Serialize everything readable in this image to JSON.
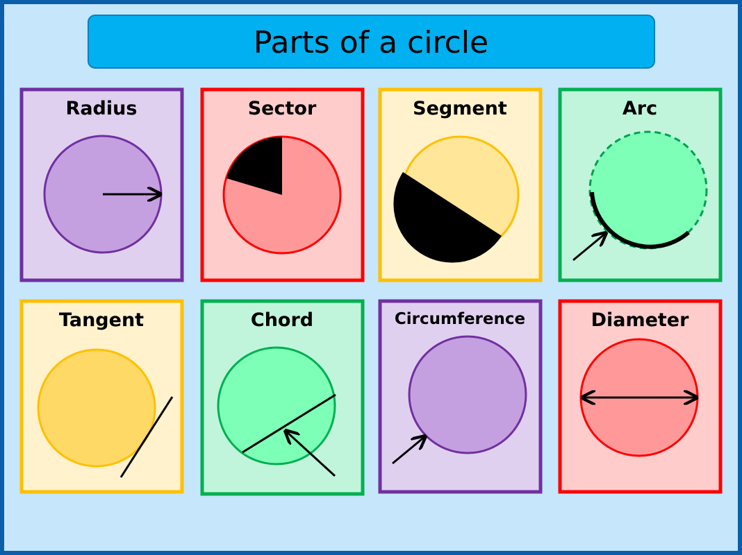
{
  "title": "Parts of a circle",
  "cards": [
    {
      "label": "Radius"
    },
    {
      "label": "Sector"
    },
    {
      "label": "Segment"
    },
    {
      "label": "Arc"
    },
    {
      "label": "Tangent"
    },
    {
      "label": "Chord"
    },
    {
      "label": "Circumference"
    },
    {
      "label": "Diameter"
    }
  ],
  "colors": {
    "background": "#c5e6fb",
    "frame": "#0a5fa8",
    "title_box": "#00b0f0",
    "purple": "#7030a0",
    "red": "#ff0000",
    "yellow": "#ffc000",
    "green": "#00b050"
  }
}
